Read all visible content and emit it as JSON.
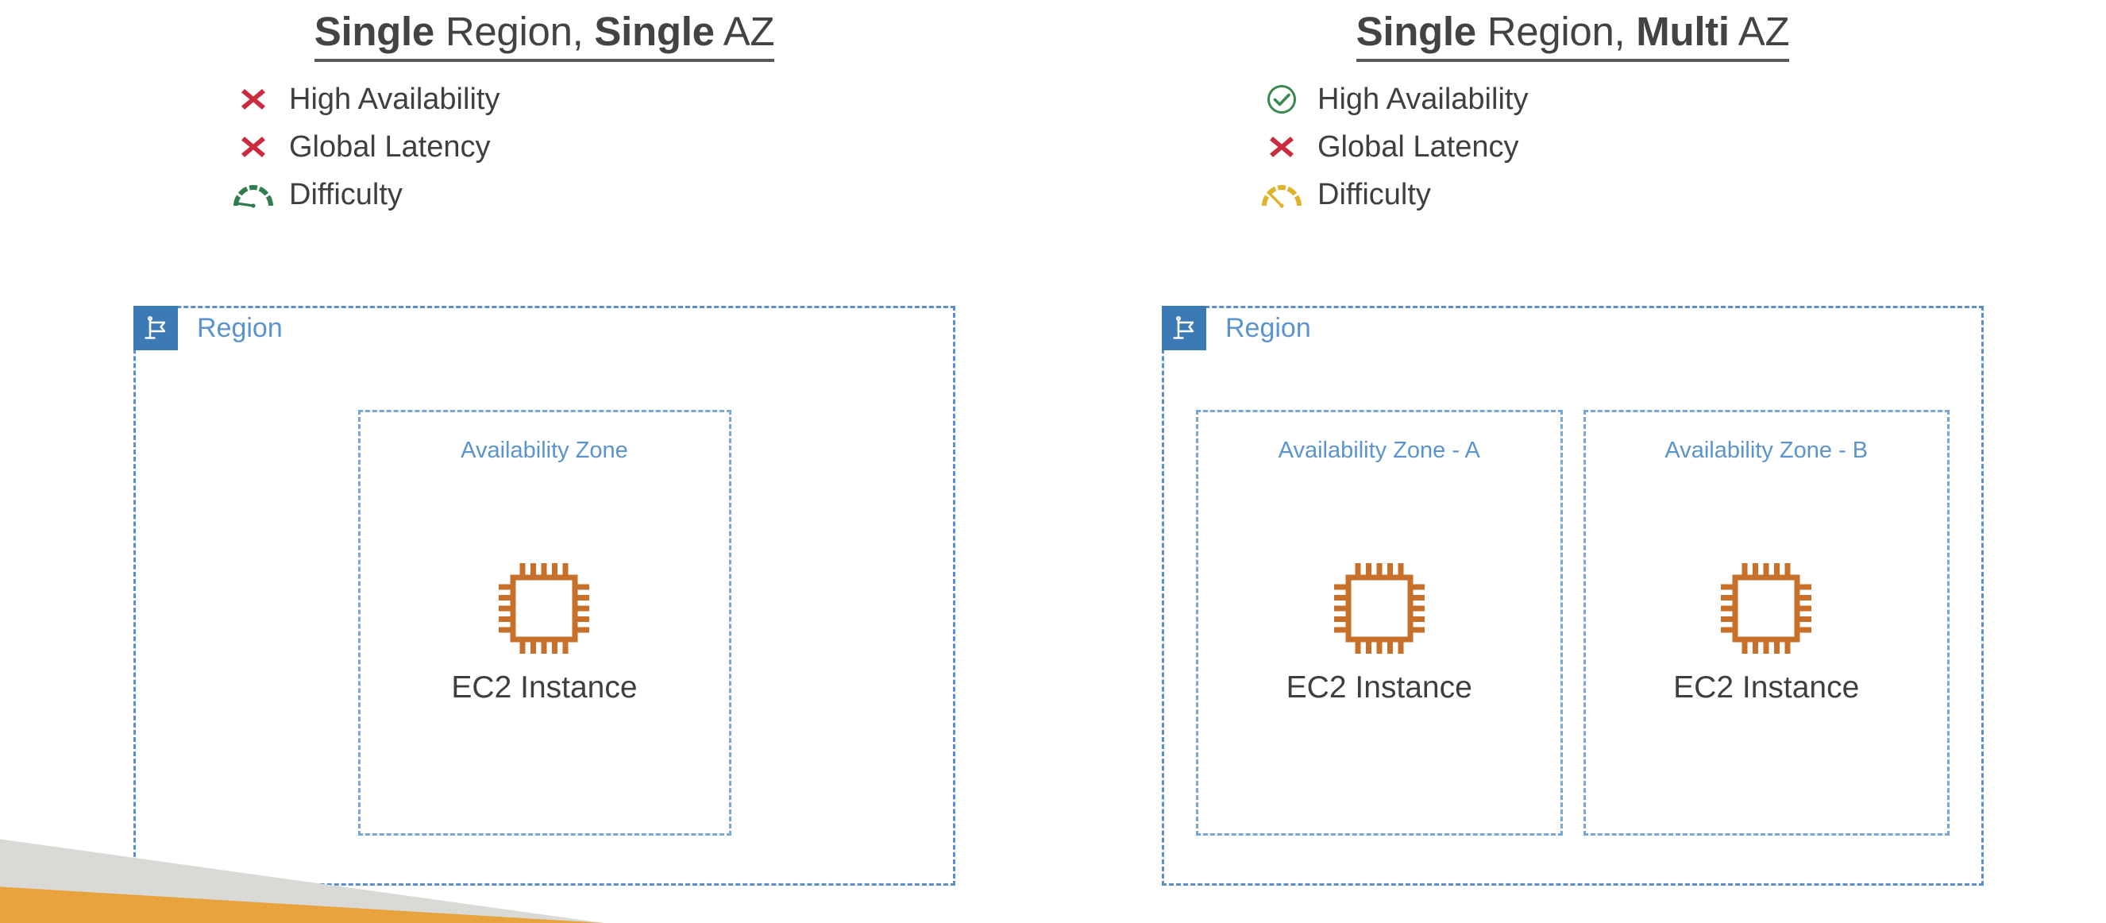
{
  "colors": {
    "accent_blue": "#3c7ab5",
    "label_blue": "#5b93cd",
    "dash_blue": "#5b8fc9",
    "az_dash_blue": "#7ba7d7",
    "ec2_orange": "#c8702a",
    "cross_red": "#cc2b3f",
    "check_green": "#3a8a4f",
    "gauge_green": "#2f7d4f",
    "gauge_yellow": "#dfb228",
    "text_dark": "#3f3f3f",
    "wedge_gray": "#d9d9d6",
    "wedge_orange": "#e8a33d"
  },
  "panels": [
    {
      "title": {
        "part1_bold": "Single",
        "part2": " Region, ",
        "part3_bold": "Single",
        "part4": " AZ"
      },
      "features": [
        {
          "icon": "cross-icon",
          "status": "no",
          "label": "High Availability"
        },
        {
          "icon": "cross-icon",
          "status": "no",
          "label": "Global Latency"
        },
        {
          "icon": "gauge-green-icon",
          "status": "low",
          "label": "Difficulty"
        }
      ],
      "region": {
        "icon": "flag-icon",
        "label": "Region",
        "zones": [
          {
            "label": "Availability Zone",
            "resource": {
              "icon": "ec2-chip-icon",
              "label": "EC2 Instance"
            }
          }
        ]
      }
    },
    {
      "title": {
        "part1_bold": "Single",
        "part2": " Region, ",
        "part3_bold": "Multi",
        "part4": " AZ"
      },
      "features": [
        {
          "icon": "check-circle-icon",
          "status": "yes",
          "label": "High Availability"
        },
        {
          "icon": "cross-icon",
          "status": "no",
          "label": "Global Latency"
        },
        {
          "icon": "gauge-yellow-icon",
          "status": "medium",
          "label": "Difficulty"
        }
      ],
      "region": {
        "icon": "flag-icon",
        "label": "Region",
        "zones": [
          {
            "label": "Availability Zone - A",
            "resource": {
              "icon": "ec2-chip-icon",
              "label": "EC2 Instance"
            }
          },
          {
            "label": "Availability Zone - B",
            "resource": {
              "icon": "ec2-chip-icon",
              "label": "EC2 Instance"
            }
          }
        ]
      }
    }
  ]
}
